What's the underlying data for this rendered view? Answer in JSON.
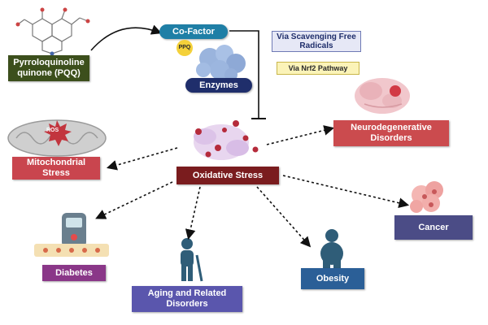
{
  "diagram": {
    "pqq_label": "Pyrroloquinoline quinone (PQQ)",
    "cofactor_label": "Co-Factor",
    "ppq_label": "PPQ",
    "enzymes_label": "Enzymes",
    "scavenging_label": "Via Scavenging Free Radicals",
    "nrf2_label": "Via Nrf2 Pathway",
    "oxidative_stress_label": "Oxidative Stress",
    "neuro_label": "Neurodegenerative Disorders",
    "mito_label": "Mitochondrial Stress",
    "ros_label": "ROS",
    "diabetes_label": "Diabetes",
    "aging_label": "Aging and Related Disorders",
    "obesity_label": "Obesity",
    "cancer_label": "Cancer"
  },
  "colors": {
    "pqq_box": "#3c4f1c",
    "cofactor_pill": "#1f7fa6",
    "enzymes_pill": "#1f2e6b",
    "oxidative_box": "#7a1c1e",
    "neuro_box": "#cb4b4e",
    "mito_box": "#c9454e",
    "diabetes_box": "#8a3788",
    "aging_box": "#5a56ad",
    "obesity_box": "#2b5f97",
    "cancer_box": "#4b4c86",
    "figure_teal": "#2f5d78"
  }
}
